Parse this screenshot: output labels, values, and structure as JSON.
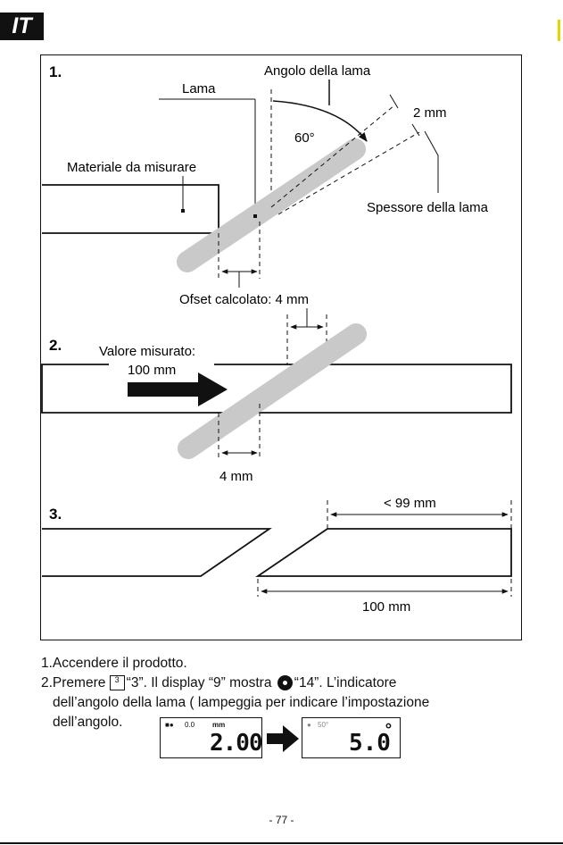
{
  "header": {
    "language_code": "IT"
  },
  "figure": {
    "step1": {
      "number": "1.",
      "blade_label": "Lama",
      "blade_angle_label": "Angolo della lama",
      "angle_value": "60°",
      "thickness_value": "2 mm",
      "material_label": "Materiale da misurare",
      "blade_thickness_label": "Spessore della lama",
      "offset_label": "Ofset calcolato: 4 mm"
    },
    "step2": {
      "number": "2.",
      "measured_label": "Valore misurato:",
      "measured_value": "100 mm",
      "offset_value": "4 mm"
    },
    "step3": {
      "number": "3.",
      "less_than_value": "< 99 mm",
      "total_value": "100 mm"
    }
  },
  "instructions": {
    "line1": "1.Accendere il prodotto.",
    "line2_a": "2.Premere ",
    "key_label": "3",
    "line2_b": "“3”. Il display “9” mostra ",
    "line2_c": "“14”. L’indicatore",
    "line3": "dell’angolo della lama ( lampeggia per indicare l’impostazione",
    "line4": "dell’angolo."
  },
  "lcd_left": {
    "unit": "mm",
    "reading": "2.00",
    "mode_text": "0.0"
  },
  "lcd_right": {
    "reading": "5.0",
    "mode_text": "50°",
    "degree_mark": "°"
  },
  "footer": {
    "page_number": "- 77 -"
  }
}
